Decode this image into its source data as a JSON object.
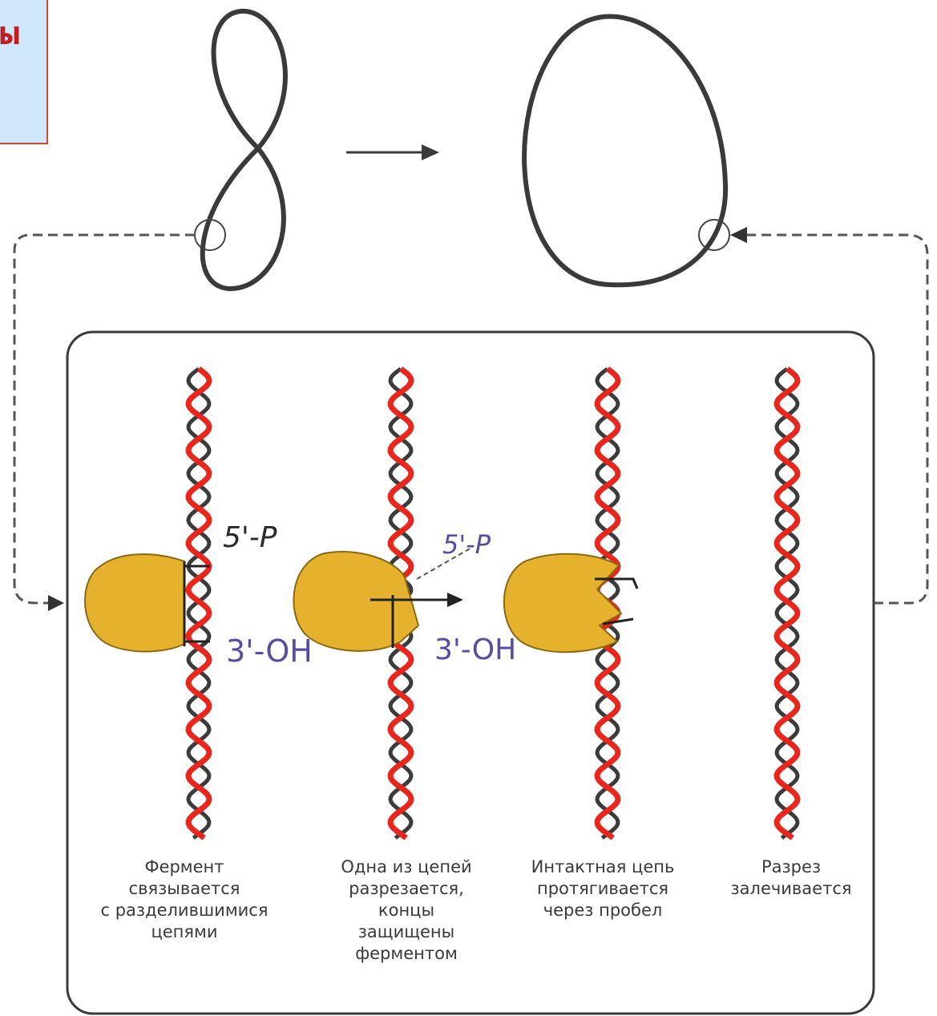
{
  "corner_text": "ы",
  "end_labels": {
    "a_top": "5'-P",
    "a_bottom": "3'-OH",
    "b_top": "5'-P",
    "b_bottom": "3'-OH"
  },
  "colors": {
    "strand_red": "#e8261c",
    "strand_dark": "#3b3b3b",
    "enzyme": "#e6b22e",
    "enzyme_edge": "#8a6a10",
    "end_label_dark": "#2a2a2a",
    "end_label_violet": "#5a4aa0"
  },
  "steps": [
    {
      "label": "Фермент\nсвязывается\nс разделившимися\nцепями"
    },
    {
      "label": "Одна из цепей\nразрезается,\nконцы\nзащищены\nферментом"
    },
    {
      "label": "Интактная цепь\nпротягивается\nчерез пробел"
    },
    {
      "label": "Разрез\nзалечивается"
    }
  ]
}
